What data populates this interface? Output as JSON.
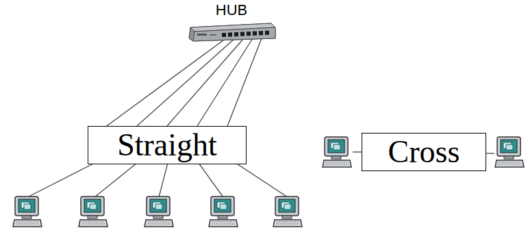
{
  "diagram": {
    "nodes": [
      {
        "text": [
          "HUB"
        ]
      },
      {
        "text": [
          "Straight"
        ]
      },
      {
        "text": [
          "Cross"
        ]
      }
    ],
    "edges": [
      {
        "from": 0,
        "to": 1,
        "arrow": "none"
      }
    ]
  }
}
